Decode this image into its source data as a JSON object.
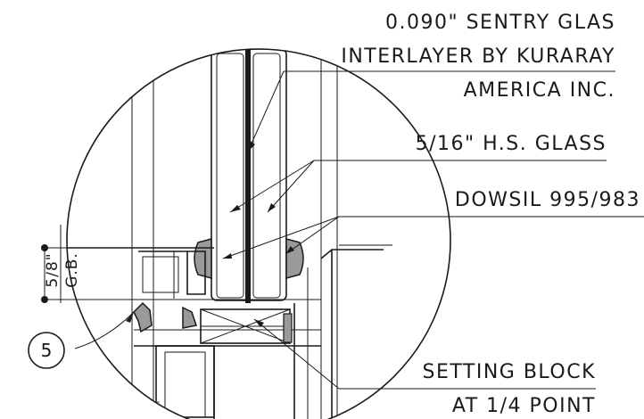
{
  "callouts": {
    "interlayer": [
      "0.090\" SENTRY GLAS",
      "INTERLAYER BY KURARAY",
      "AMERICA INC."
    ],
    "glass": "5/16\" H.S. GLASS",
    "sealant": "DOWSIL 995/983",
    "setting_block": [
      "SETTING BLOCK",
      "AT 1/4 POINT"
    ]
  },
  "dimension": {
    "value": "5/8\"",
    "label": "G.B."
  },
  "detail_tag": "5"
}
